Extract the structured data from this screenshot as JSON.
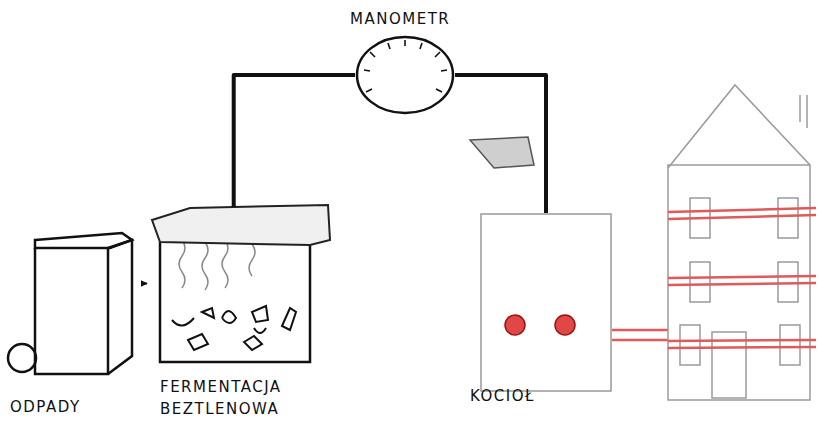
{
  "diagram": {
    "nodes": [
      {
        "text": [
          "MANOMETR"
        ]
      },
      {
        "text": [
          "ODPADY"
        ]
      },
      {
        "text": [
          "FERMENTACJA BEZTLENOWA"
        ]
      },
      {
        "text": [
          "KOCIOŁ"
        ]
      }
    ],
    "edges": [
      {
        "from": 1,
        "to": 2,
        "arrow": "to"
      },
      {
        "from": 2,
        "to": 0,
        "arrow": "none"
      },
      {
        "from": 0,
        "to": 3,
        "arrow": "none"
      }
    ]
  }
}
